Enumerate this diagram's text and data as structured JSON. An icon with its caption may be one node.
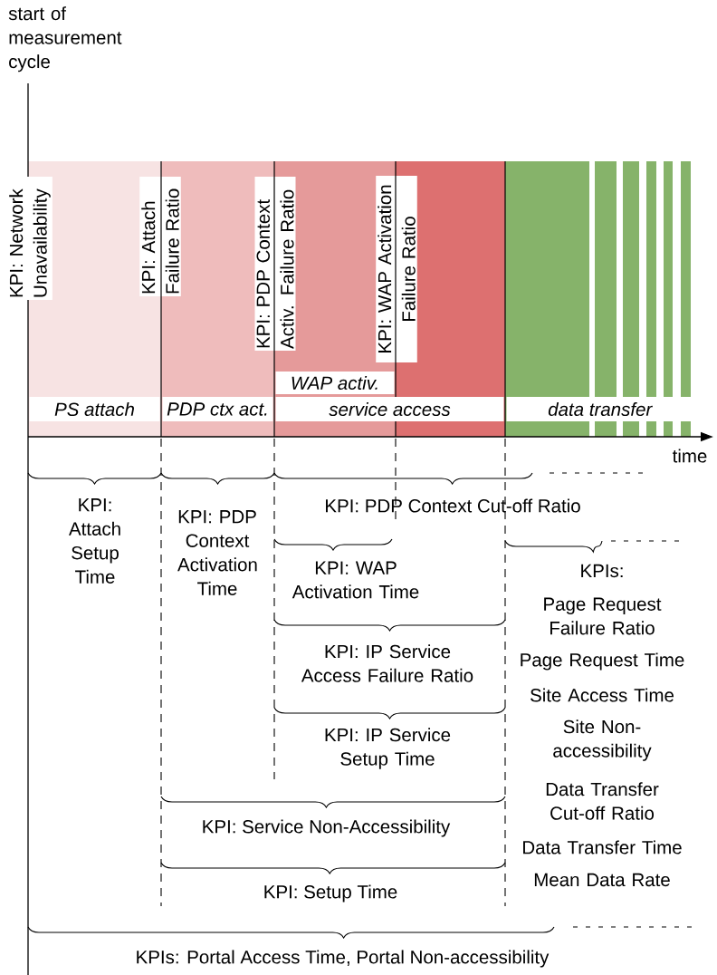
{
  "diagram": {
    "nodes": [
      {
        "text": [
          "PS attach"
        ]
      },
      {
        "text": [
          "PDP ctx act."
        ]
      },
      {
        "text": [
          "WAP activ."
        ]
      },
      {
        "text": [
          "service access"
        ]
      },
      {
        "text": [
          "data transfer"
        ]
      }
    ],
    "labels": [
      "start of measurement cycle",
      "KPI: Network Unavailability",
      "KPI: Attach Failure Ratio",
      "KPI: PDP Context Activ. Failure Ratio",
      "KPI: WAP Activation Failure Ratio",
      "time",
      "KPI: Attach Setup Time",
      "KPI: PDP Context Activation Time",
      "KPI: PDP Context Cut-off Ratio",
      "KPI: WAP Activation Time",
      "KPIs:",
      "Page Request Failure Ratio",
      "KPI: IP Service Access Failure Ratio",
      "Page Request Time",
      "Site Access Time",
      "KPI: IP Service Setup Time",
      "Site Non-accessibility",
      "Data Transfer Cut-off Ratio",
      "KPI: Service Non-Accessibility",
      "Data Transfer Time",
      "Mean Data Rate",
      "KPI: Setup Time",
      "KPIs: Portal Access Time, Portal Non-accessibility"
    ]
  }
}
